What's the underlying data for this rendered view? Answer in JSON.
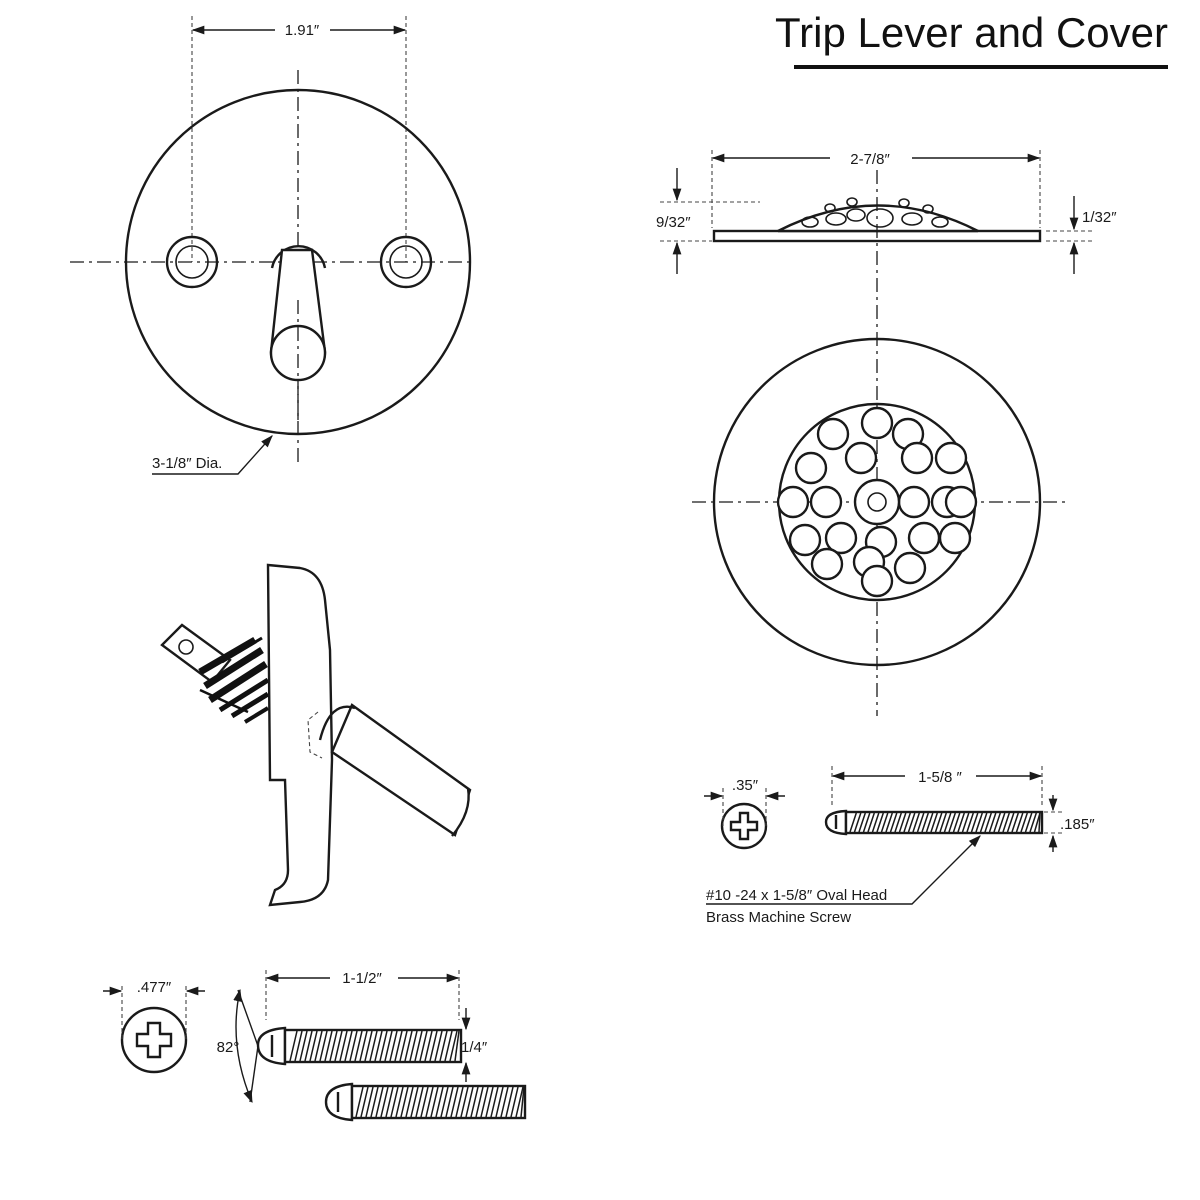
{
  "title": "Trip Lever and Cover",
  "trip_lever_plate": {
    "hole_spacing": "1.91″",
    "diameter": "3-1/8″ Dia."
  },
  "lever_screw": {
    "head_diameter": ".477″",
    "length": "1-1/2″",
    "shank_diameter": "1/4″",
    "head_angle": "82°"
  },
  "strainer_cover": {
    "width": "2-7/8″",
    "dome_height": "9/32″",
    "rim_thickness": "1/32″"
  },
  "cover_screw": {
    "head_diameter": ".35″",
    "length": "1-5/8 ″",
    "thread_diameter": ".185″",
    "description_line1": "#10 -24 x 1-5/8″ Oval Head",
    "description_line2": "Brass Machine Screw"
  },
  "colors": {
    "ink": "#1a1a1a",
    "background": "#ffffff"
  },
  "icons": [
    "phillips-head-icon"
  ]
}
